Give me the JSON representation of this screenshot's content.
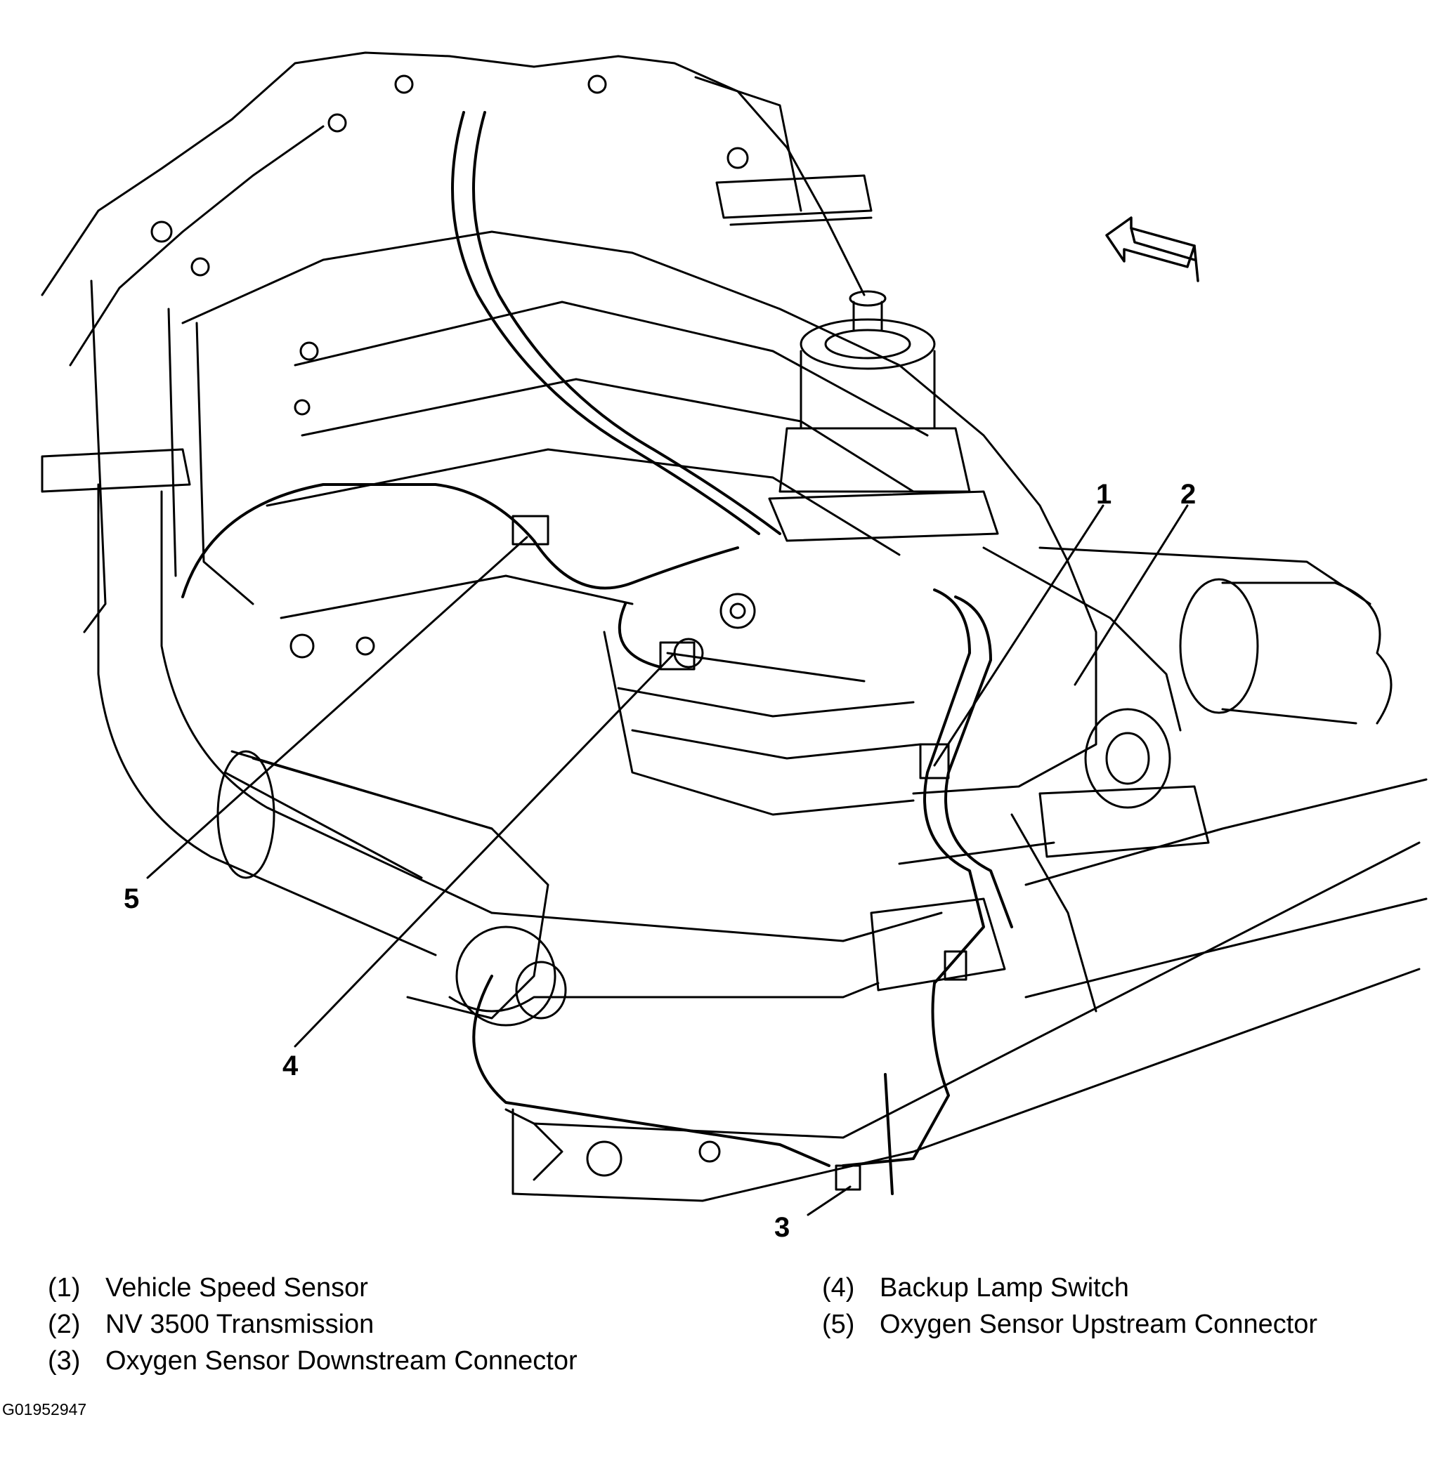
{
  "callouts": [
    "1",
    "2",
    "3",
    "4",
    "5"
  ],
  "legend": [
    {
      "num": "(1)",
      "label": "Vehicle Speed Sensor"
    },
    {
      "num": "(2)",
      "label": "NV 3500 Transmission"
    },
    {
      "num": "(3)",
      "label": "Oxygen Sensor Downstream Connector"
    },
    {
      "num": "(4)",
      "label": "Backup Lamp Switch"
    },
    {
      "num": "(5)",
      "label": "Oxygen Sensor Upstream Connector"
    }
  ],
  "figure_id": "G01952947",
  "colors": {
    "ink": "#000000",
    "paper": "#ffffff"
  },
  "icons": [
    "front-direction-arrow-icon"
  ]
}
